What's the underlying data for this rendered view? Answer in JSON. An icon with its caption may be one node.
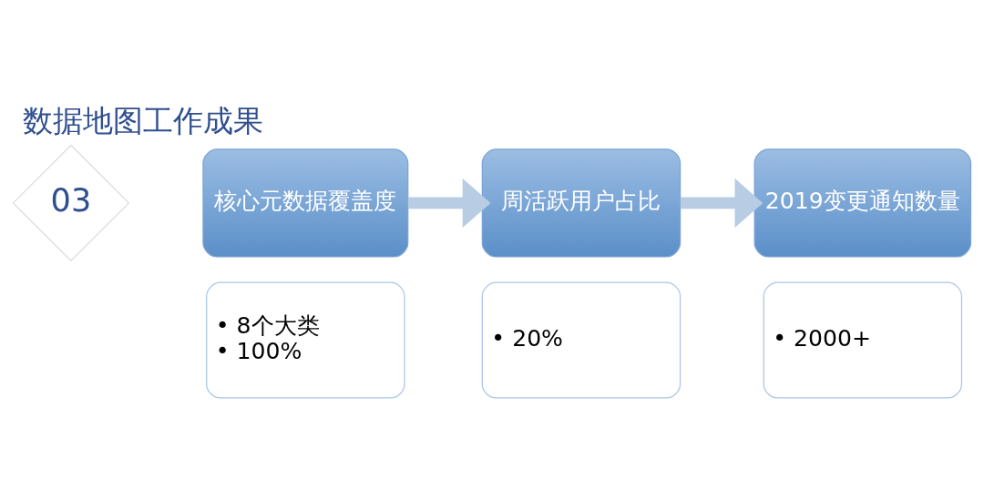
{
  "diagram": {
    "title": "数据地图工作成果",
    "nodes": [
      {
        "text": [
          "03"
        ]
      },
      {
        "text": [
          "核心元数据覆盖度"
        ]
      },
      {
        "text": [
          "• 8个大类",
          "• 100%"
        ]
      },
      {
        "text": [
          "周活跃用户占比"
        ]
      },
      {
        "text": [
          "• 20%"
        ]
      },
      {
        "text": [
          "2019变更通知数量"
        ]
      },
      {
        "text": [
          "• 2000+"
        ]
      }
    ],
    "edges": [
      {
        "from": 1,
        "to": 3,
        "arrow": "to",
        "color": "#b8cce4"
      },
      {
        "from": 3,
        "to": 5,
        "arrow": "to",
        "color": "#b8cce4"
      }
    ]
  }
}
